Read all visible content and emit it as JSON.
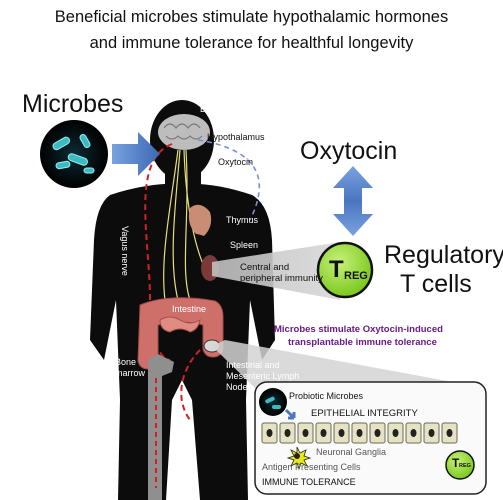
{
  "title": {
    "line1": "Beneficial microbes stimulate hypothalamic hormones",
    "line2": "and immune tolerance for healthful longevity"
  },
  "labels": {
    "microbes": "Microbes",
    "oxytocin_big": "Oxytocin",
    "regulatory": "Regulatory",
    "t_cells": "T cells",
    "treg_main": "T",
    "treg_sub": "REG",
    "brain": "Brain",
    "hypothalamus": "Hypothalamus",
    "oxytocin_small": "Oxytocin",
    "vagus_nerve": "Vagus nerve",
    "thymus": "Thymus",
    "spleen": "Spleen",
    "central_immunity_1": "Central and",
    "central_immunity_2": "peripheral immunity",
    "intestine": "Intestine",
    "bone_marrow_1": "Bone",
    "bone_marrow_2": "marrow",
    "lymph_1": "Intestinal and",
    "lymph_2": "Mesenteric Lymph",
    "lymph_3": "Node",
    "stimulate_1": "Microbes stimulate Oxytocin-induced",
    "stimulate_2": "transplantable immune tolerance"
  },
  "inset": {
    "probiotic": "Probiotic Microbes",
    "epithelial": "EPITHELIAL INTEGRITY",
    "ganglia": "Neuronal Ganglia",
    "apc": "Antigen Presenting Cells",
    "tolerance": "IMMUNE TOLERANCE",
    "treg_small": "T",
    "treg_small_sub": "REG"
  },
  "colors": {
    "silhouette": "#0c0c0c",
    "arrow_blue": "#5b86c8",
    "treg_green": "#9be03a",
    "purple_text": "#6a1b8a",
    "vagus_red": "#d42020",
    "oxytocin_blue": "#7b8fd8",
    "nerve_yellow": "#e6e07a"
  }
}
